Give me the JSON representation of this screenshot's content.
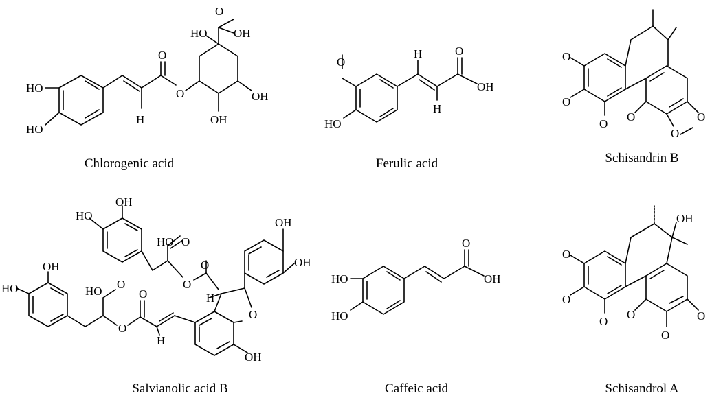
{
  "compounds": [
    {
      "name": "Chlorogenic acid"
    },
    {
      "name": "Ferulic acid"
    },
    {
      "name": "Schisandrin B"
    },
    {
      "name": "Salvianolic acid B"
    },
    {
      "name": "Caffeic acid"
    },
    {
      "name": "Schisandrol A"
    }
  ],
  "atom_labels": {
    "HO": "HO",
    "OH": "OH",
    "O": "O",
    "H": "H"
  }
}
